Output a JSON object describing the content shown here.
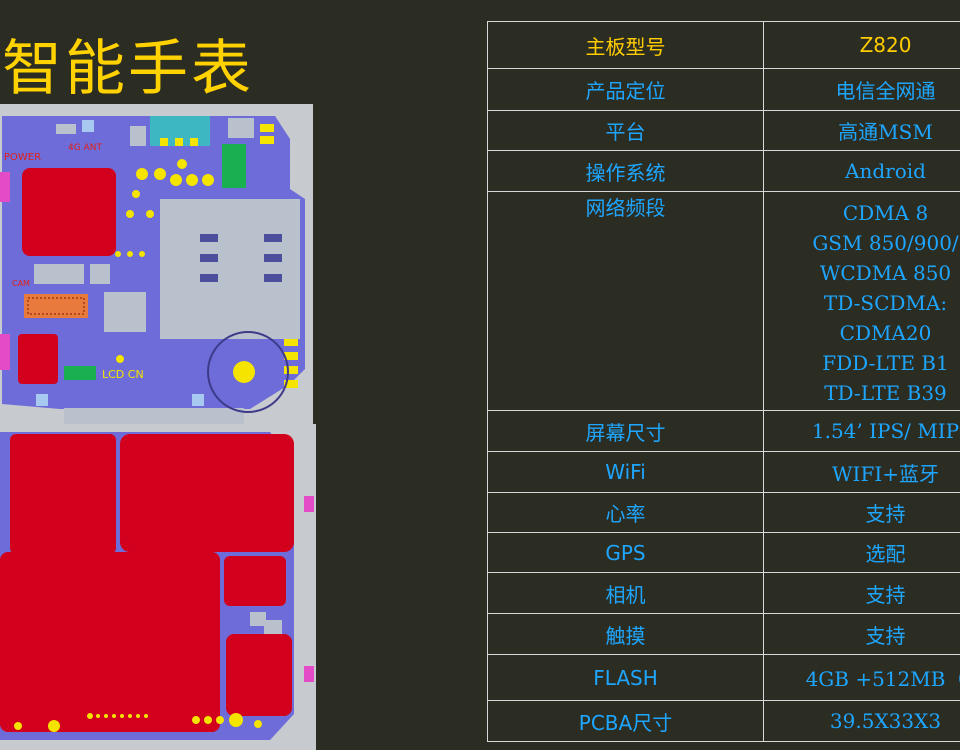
{
  "page": {
    "title": "智能手表"
  },
  "pcb_top": {
    "labels": {
      "power": "POWER",
      "ant_4g": "4G ANT",
      "lcd_cn": "LCD CN",
      "cam": "CAM"
    }
  },
  "spec_table": {
    "header": {
      "label": "主板型号",
      "value": "Z820"
    },
    "rows": [
      {
        "label": "产品定位",
        "value": "电信全网通"
      },
      {
        "label": "平台",
        "value": "高通MSM"
      },
      {
        "label": "操作系统",
        "value": "Android"
      },
      {
        "label": "网络频段",
        "values": [
          "CDMA 8",
          "GSM 850/900/",
          "WCDMA 850",
          "TD-SCDMA:",
          "CDMA20",
          "FDD-LTE B1",
          "TD-LTE B39"
        ]
      },
      {
        "label": "屏幕尺寸",
        "value": "1.54’ IPS/ MIP"
      },
      {
        "label": "WiFi",
        "value": "WIFI+蓝牙"
      },
      {
        "label": "心率",
        "value": "支持"
      },
      {
        "label": "GPS",
        "value": "选配"
      },
      {
        "label": "相机",
        "value": "支持"
      },
      {
        "label": "触摸",
        "value": "支持"
      },
      {
        "label": "FLASH",
        "value": "4GB +512MB（"
      },
      {
        "label": "PCBA尺寸",
        "value": "39.5X33X3"
      }
    ]
  },
  "colors": {
    "background": "#2c2d22",
    "title": "#ffd200",
    "table_text": "#1ea6ff",
    "header_text": "#ffcc00",
    "pcb_board": "#6d6cd8",
    "pcb_pad": "#d2001c",
    "pcb_grey": "#b9c2cc"
  }
}
